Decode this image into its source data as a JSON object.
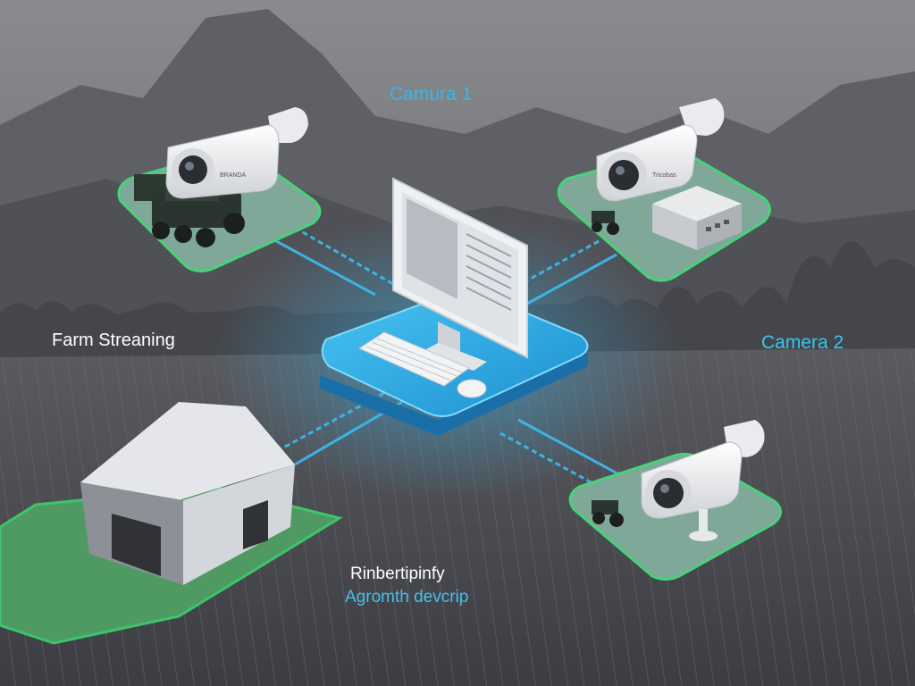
{
  "labels": {
    "camera_top": "Camura 1",
    "farm": "Farm Streaning",
    "camera_right": "Camera 2",
    "bottom_title": "Rinbertipinfy",
    "bottom_subtitle": "Agromth devcrip"
  },
  "camera_brand_tags": [
    "BRANDA",
    "Tricobas"
  ],
  "colors": {
    "sky": "#7b7c80",
    "field_dark": "#4a4b50",
    "platform_green": "#7fa898",
    "platform_edge": "#46d37a",
    "hub_blue": "#2aa6e0",
    "link_glow": "#38b8f0",
    "camera_white": "#f2f2f2"
  },
  "nodes": [
    {
      "name": "camera-tractor-node",
      "icon": "security-camera-icon"
    },
    {
      "name": "camera-equipment-node",
      "icon": "security-camera-icon"
    },
    {
      "name": "computer-hub",
      "icon": "monitor-icon"
    },
    {
      "name": "barn-node",
      "icon": "barn-icon"
    },
    {
      "name": "camera-field-node",
      "icon": "security-camera-icon"
    }
  ]
}
